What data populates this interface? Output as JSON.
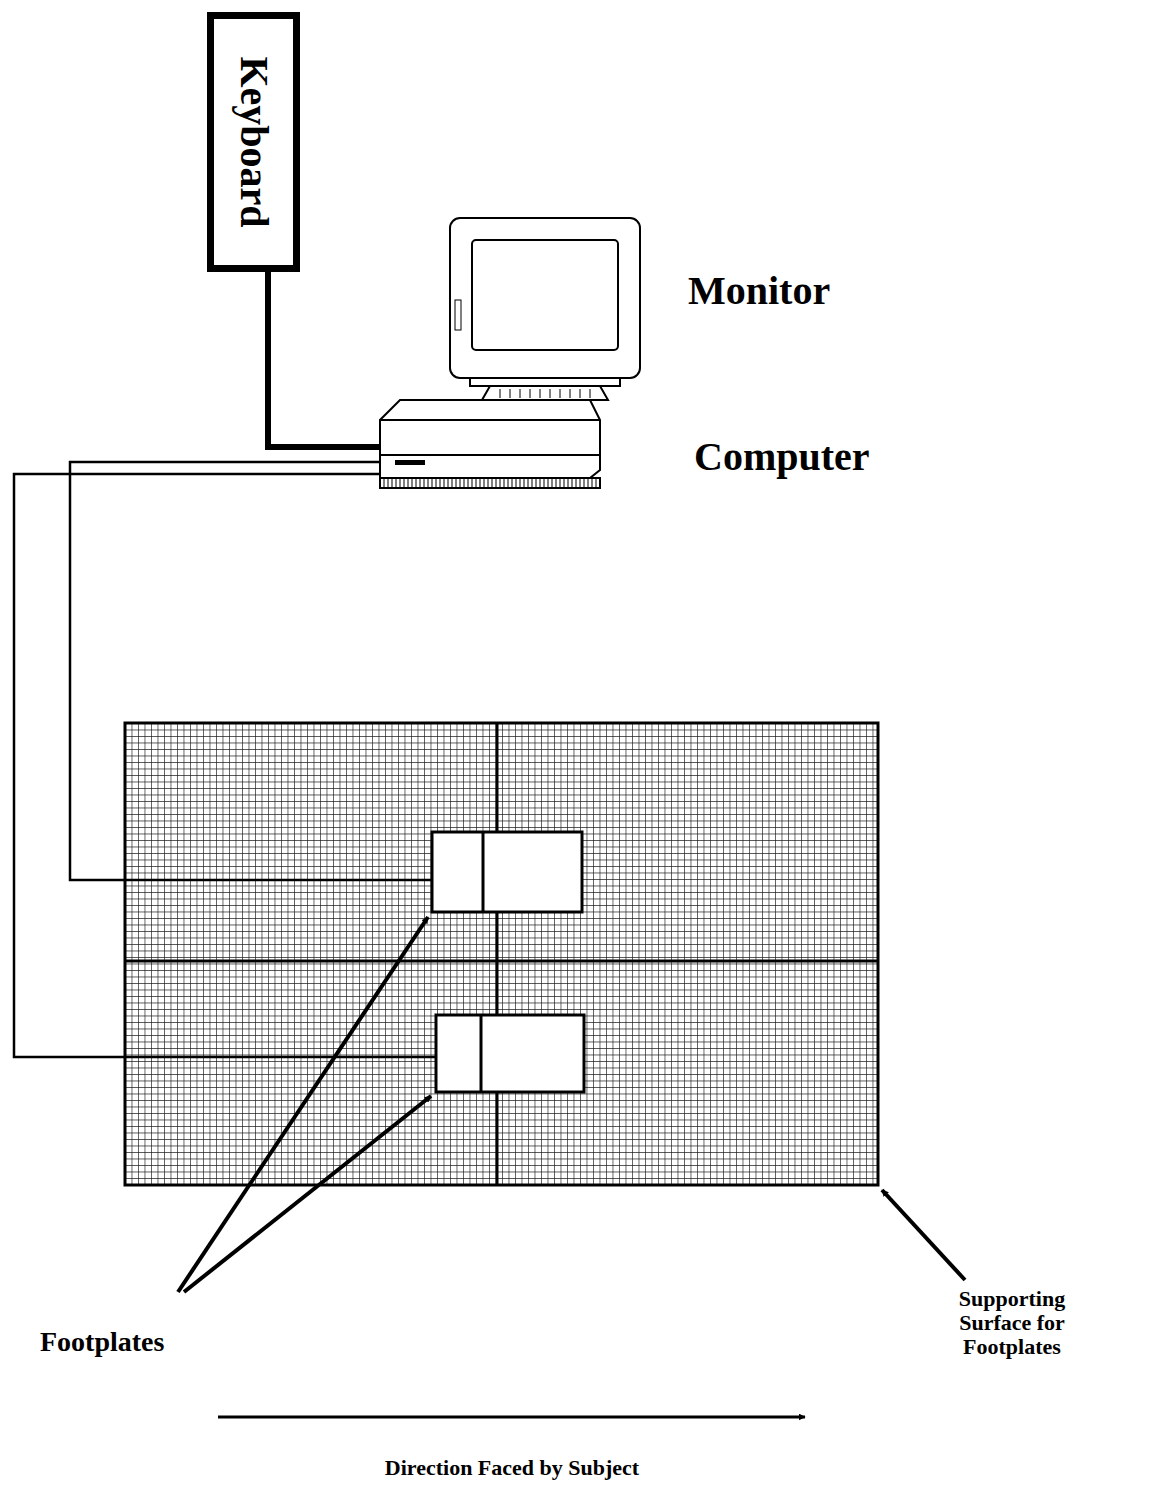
{
  "diagram": {
    "nodes": [
      {
        "text": [
          "Keyboard"
        ]
      }
    ],
    "labels": [
      "Monitor",
      "Computer",
      "Footplates",
      "Supporting Surface for Footplates",
      "Direction Faced by Subject"
    ]
  }
}
